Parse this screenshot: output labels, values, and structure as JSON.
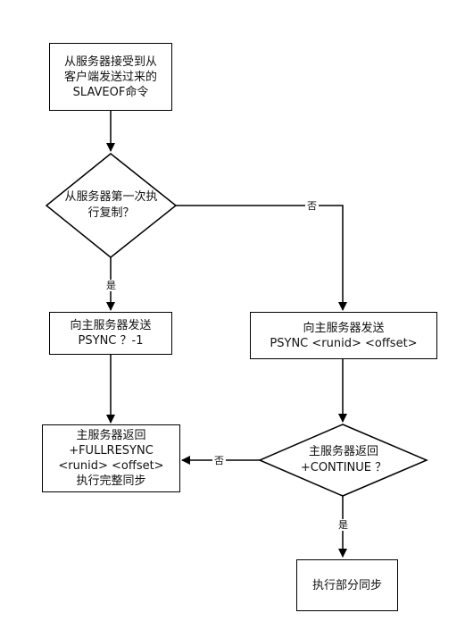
{
  "start_box": [
    "从服务器接受到从",
    "客户端发送过来的",
    "SLAVEOF命令"
  ],
  "decision_first": [
    "从服务器第一次执",
    "行复制？"
  ],
  "label_no_1": "否",
  "label_yes_1": "是",
  "box_full_psync": [
    "向主服务器发送",
    "PSYNC ？-1"
  ],
  "box_partial_psync": [
    "向主服务器发送",
    "PSYNC <runid> <offset>"
  ],
  "box_full_resync": [
    "主服务器返回",
    "+FULLRESYNC",
    "<runid> <offset>",
    "执行完整同步"
  ],
  "decision_continue": [
    "主服务器返回",
    "+CONTINUE ？"
  ],
  "label_no_2": "否",
  "label_yes_2": "是",
  "box_partial_sync": [
    "执行部分同步"
  ]
}
